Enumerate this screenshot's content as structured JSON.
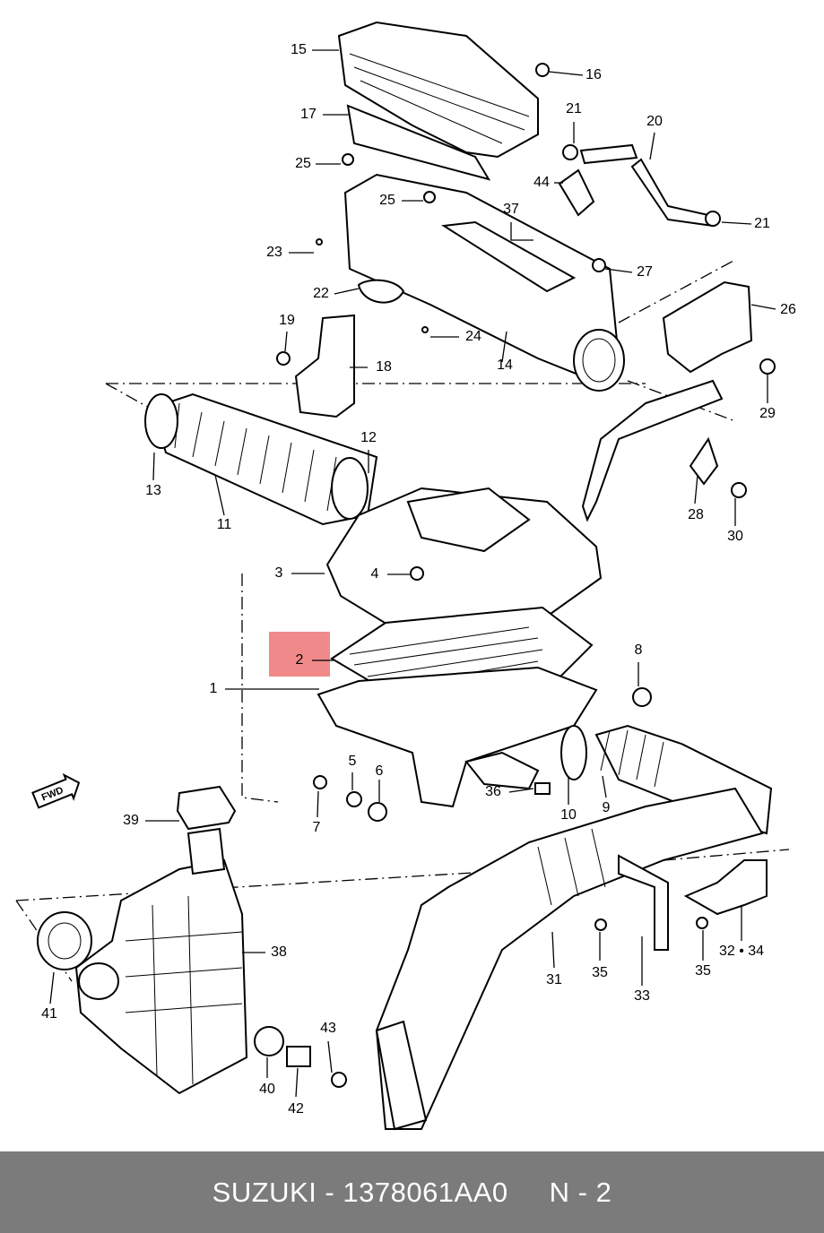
{
  "diagram": {
    "labels": [
      "15",
      "16",
      "17",
      "21",
      "20",
      "25",
      "44",
      "25",
      "37",
      "21",
      "23",
      "27",
      "22",
      "26",
      "19",
      "24",
      "18",
      "14",
      "29",
      "13",
      "12",
      "11",
      "28",
      "30",
      "3",
      "4",
      "2",
      "8",
      "1",
      "5",
      "6",
      "36",
      "10",
      "9",
      "7",
      "39",
      "38",
      "41",
      "31",
      "35",
      "33",
      "35",
      "32 • 34",
      "43",
      "40",
      "42"
    ],
    "highlight_color": "#f08a8a",
    "highlighted_label": "2",
    "fwd_badge": "FWD"
  },
  "footer": {
    "brand_part": "SUZUKI - 1378061AA0",
    "page": "N - 2"
  }
}
